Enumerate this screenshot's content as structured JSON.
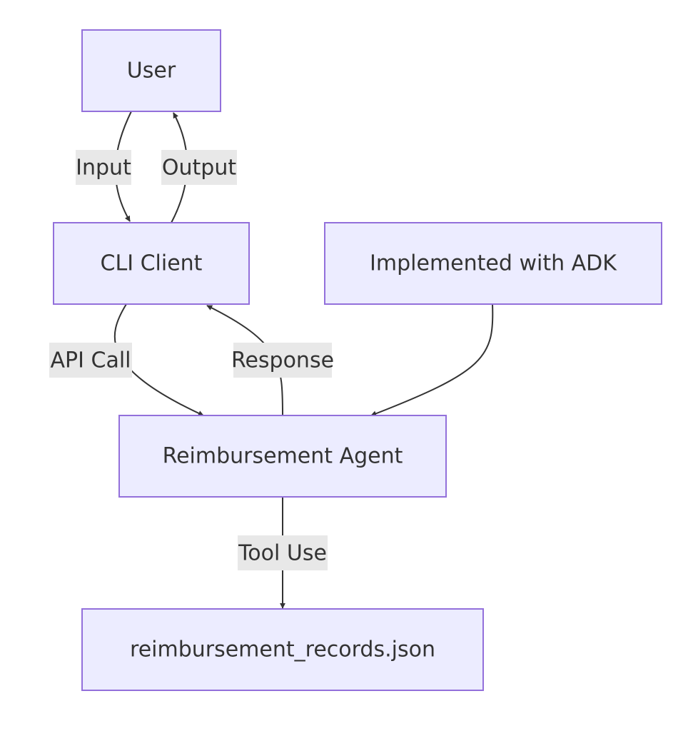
{
  "colors": {
    "node_fill": "#ececff",
    "node_stroke": "#9370db",
    "edge": "#333333",
    "label_bg": "#e8e8e8",
    "text": "#333333"
  },
  "nodes": {
    "user": {
      "label": "User"
    },
    "cli_client": {
      "label": "CLI Client"
    },
    "adk": {
      "label": "Implemented with ADK"
    },
    "agent": {
      "label": "Reimbursement Agent"
    },
    "records": {
      "label": "reimbursement_records.json"
    }
  },
  "edges": {
    "input": {
      "label": "Input"
    },
    "output": {
      "label": "Output"
    },
    "api_call": {
      "label": "API Call"
    },
    "response": {
      "label": "Response"
    },
    "tool_use": {
      "label": "Tool Use"
    }
  }
}
